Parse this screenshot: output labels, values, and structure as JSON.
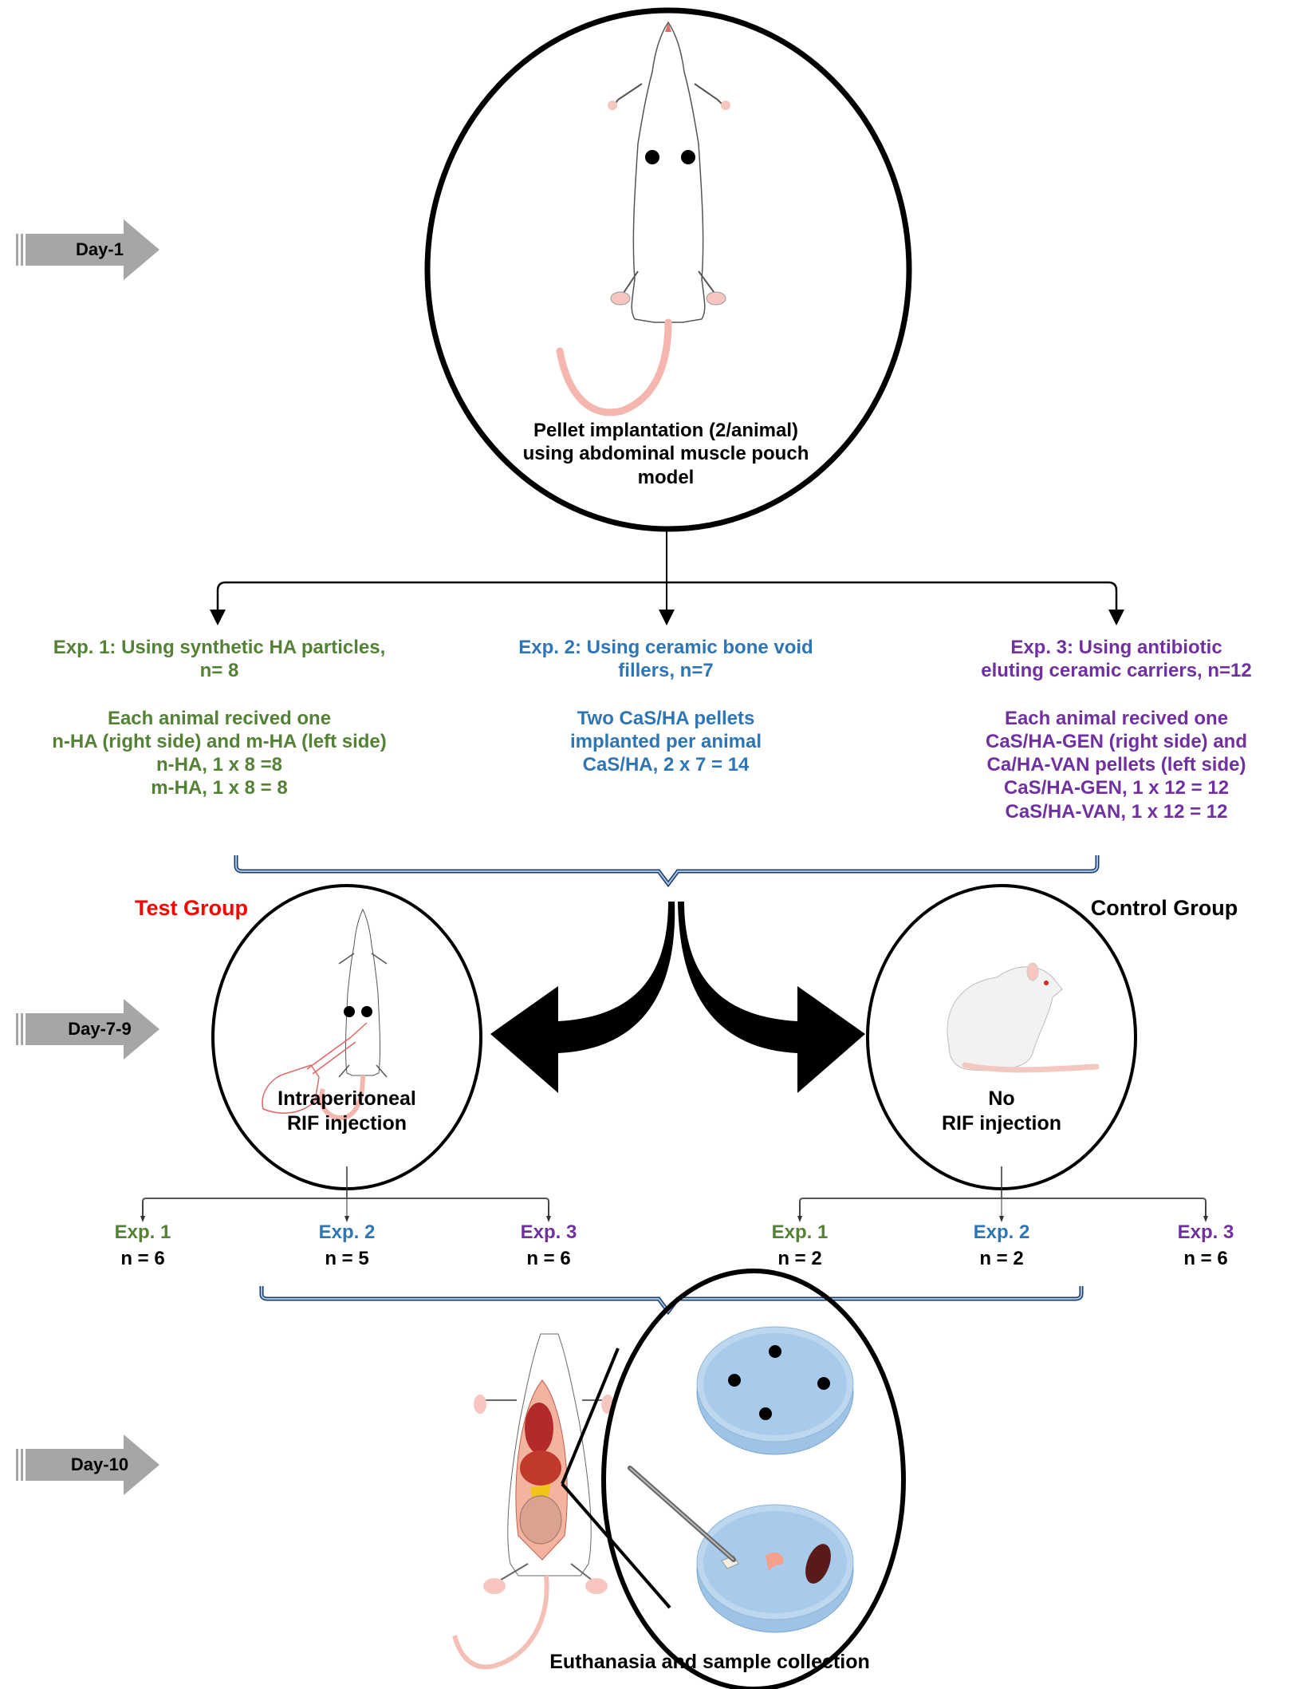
{
  "timeline": {
    "day1": "Day-1",
    "day7_9": "Day-7-9",
    "day10": "Day-10"
  },
  "implantation": {
    "caption_lines": [
      "Pellet implantation (2/animal)",
      "using abdominal muscle pouch",
      "model"
    ]
  },
  "experiments": [
    {
      "title_lines": [
        "Exp. 1: Using synthetic HA particles,",
        "n= 8"
      ],
      "detail_lines": [
        "Each animal recived one",
        "n-HA (right side) and m-HA (left side)",
        "n-HA, 1 x 8 =8",
        "m-HA, 1 x 8 = 8"
      ],
      "color": "#538135"
    },
    {
      "title_lines": [
        "Exp. 2: Using ceramic bone void",
        "fillers, n=7"
      ],
      "detail_lines": [
        "Two CaS/HA pellets",
        "implanted per animal",
        "CaS/HA, 2 x 7 = 14"
      ],
      "color": "#2e75b6"
    },
    {
      "title_lines": [
        "Exp. 3: Using antibiotic",
        "eluting ceramic carriers, n=12"
      ],
      "detail_lines": [
        "Each animal recived one",
        "CaS/HA-GEN (right side) and",
        "Ca/HA-VAN pellets (left side)",
        "CaS/HA-GEN, 1 x 12 = 12",
        "CaS/HA-VAN, 1 x 12 = 12"
      ],
      "color": "#7030a0"
    }
  ],
  "groups": {
    "test": {
      "label": "Test Group",
      "label_color": "#ff0000",
      "caption_lines": [
        "Intraperitoneal",
        "RIF injection"
      ],
      "subgroups": [
        {
          "exp": "Exp. 1",
          "n": "n = 6",
          "color": "#538135"
        },
        {
          "exp": "Exp. 2",
          "n": "n = 5",
          "color": "#2e75b6"
        },
        {
          "exp": "Exp. 3",
          "n": "n = 6",
          "color": "#7030a0"
        }
      ]
    },
    "control": {
      "label": "Control Group",
      "label_color": "#000000",
      "caption_lines": [
        "No",
        "RIF injection"
      ],
      "subgroups": [
        {
          "exp": "Exp. 1",
          "n": "n = 2",
          "color": "#538135"
        },
        {
          "exp": "Exp. 2",
          "n": "n = 2",
          "color": "#2e75b6"
        },
        {
          "exp": "Exp. 3",
          "n": "n = 6",
          "color": "#7030a0"
        }
      ]
    }
  },
  "final": {
    "caption": "Euthanasia and sample collection"
  },
  "icons": {
    "rat_top": "rat-dorsal-view-icon",
    "rat_side": "rat-side-view-icon",
    "rat_dissected": "rat-dissected-icon",
    "petri_dish": "petri-dish-icon",
    "forceps": "forceps-icon",
    "syringe_hand": "syringe-hand-icon"
  }
}
